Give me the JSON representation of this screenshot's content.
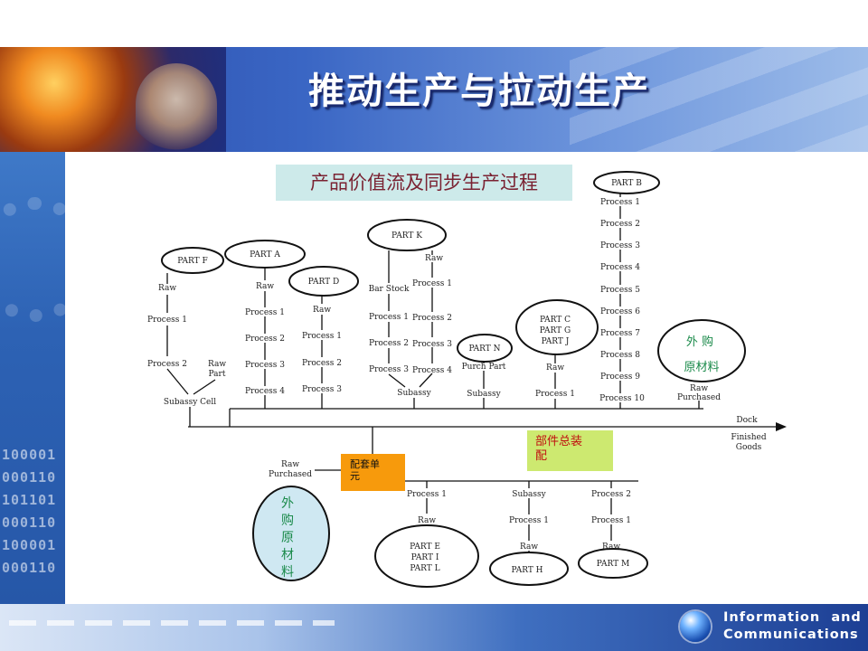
{
  "slide": {
    "title": "推动生产与拉动生产",
    "caption": "产品价值流及同步生产过程",
    "binary_lines": [
      "100001",
      "000110",
      "101101",
      "000110",
      "100001",
      "000110"
    ],
    "footer": {
      "line1": "Information  and",
      "line2": "Communications"
    }
  },
  "diagram": {
    "ellipses": {
      "part_f": "PART F",
      "part_a": "PART A",
      "part_d": "PART D",
      "part_k": "PART K",
      "part_n": "PART N",
      "part_cgj": [
        "PART C",
        "PART G",
        "PART J"
      ],
      "part_b": "PART B",
      "purchased_top": [
        "外  购",
        "原材料"
      ],
      "purchased_bottom": [
        "外",
        "购",
        "原",
        "材",
        "料"
      ],
      "part_eil": [
        "PART E",
        "PART I",
        "PART L"
      ],
      "part_h": "PART H",
      "part_m": "PART M"
    },
    "labels": {
      "f_raw": "Raw",
      "f_p1": "Process 1",
      "f_p2": "Process 2",
      "f_rawpart": [
        "Raw",
        "Part"
      ],
      "f_cell": "Subassy Cell",
      "a_raw": "Raw",
      "a_p1": "Process 1",
      "a_p2": "Process 2",
      "a_p3": "Process 3",
      "a_p4": "Process 4",
      "d_raw": "Raw",
      "d_p1": "Process 1",
      "d_p2": "Process 2",
      "d_p3": "Process 3",
      "k1_bar": "Bar Stock",
      "k1_p1": "Process 1",
      "k1_p2": "Process 2",
      "k1_p3": "Process 3",
      "k2_raw": "Raw",
      "k2_p1": "Process 1",
      "k2_p2": "Process 2",
      "k2_p3": "Process 3",
      "k2_p4": "Process 4",
      "k_subassy": "Subassy",
      "n_purch": "Purch Part",
      "n_subassy": "Subassy",
      "c_raw": "Raw",
      "c_p1": "Process 1",
      "b_processes": [
        "Process 1",
        "Process 2",
        "Process 3",
        "Process 4",
        "Process 5",
        "Process 6",
        "Process 7",
        "Process 8",
        "Process 9",
        "Process 10"
      ],
      "purchased_raw": [
        "Raw",
        "Purchased"
      ],
      "dock": "Dock",
      "finished": [
        "Finished",
        "Goods"
      ],
      "bottom_raw": [
        "Raw",
        "Purchased"
      ],
      "e_p1": "Process 1",
      "e_raw": "Raw",
      "h_subassy": "Subassy",
      "h_p1": "Process 1",
      "h_raw": "Raw",
      "m_p2": "Process 2",
      "m_p1": "Process 1",
      "m_raw": "Raw"
    },
    "boxes": {
      "kitting": [
        "配套单",
        "元"
      ],
      "final_assembly": [
        "部件总装",
        "配"
      ]
    },
    "colors": {
      "caption_bg": "#cdeaea",
      "caption_text": "#7a2232",
      "kitting_bg": "#f79a0c",
      "assembly_bg": "#cde970",
      "assembly_text": "#c01010",
      "purchased_text": "#1a8a4a",
      "purchased_fill": "#cfe8f2"
    }
  }
}
